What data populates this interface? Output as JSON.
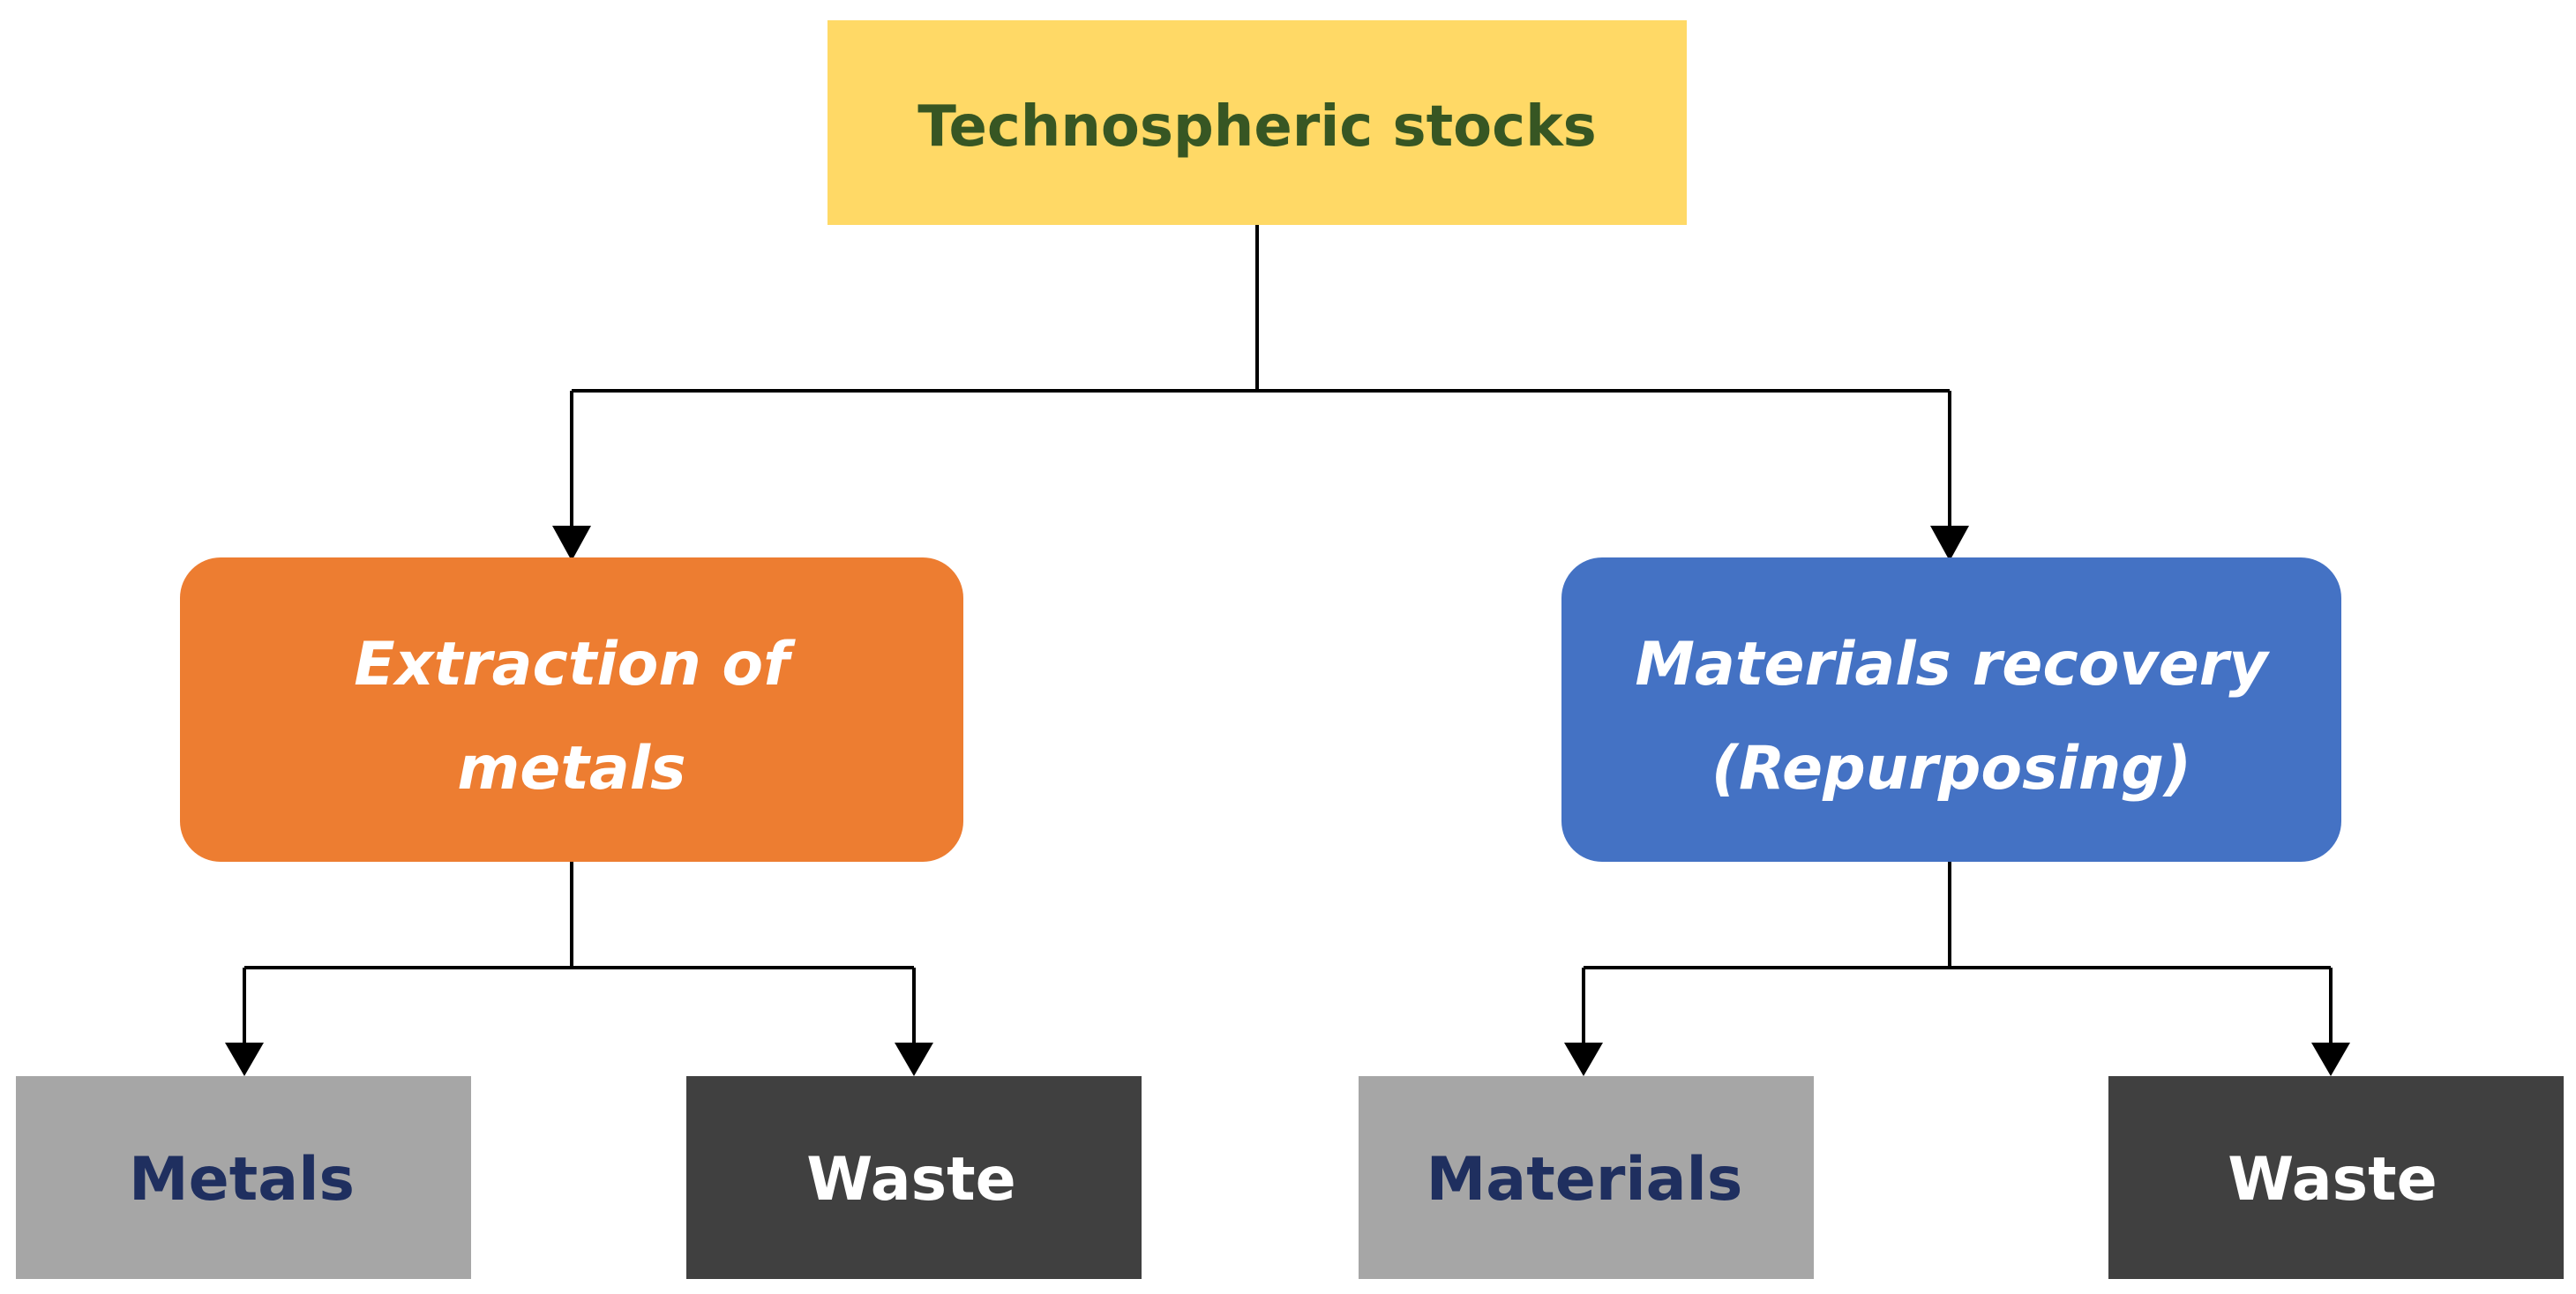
{
  "nodes": {
    "root": {
      "label": "Technospheric stocks",
      "fill": "#FFD966",
      "text_color": "#375623"
    },
    "extraction": {
      "label_lines": [
        "Extraction of",
        "metals"
      ],
      "fill": "#ED7D31",
      "text_color": "#FFFFFF"
    },
    "recovery": {
      "label_lines": [
        "Materials recovery",
        "(Repurposing)"
      ],
      "fill": "#4472C4",
      "text_color": "#FFFFFF"
    },
    "metals": {
      "label": "Metals",
      "fill": "#A6A6A6",
      "text_color": "#1F2F5F"
    },
    "waste_left": {
      "label": "Waste",
      "fill": "#404040",
      "text_color": "#FFFFFF"
    },
    "materials": {
      "label": "Materials",
      "fill": "#A6A6A6",
      "text_color": "#1F2F5F"
    },
    "waste_right": {
      "label": "Waste",
      "fill": "#404040",
      "text_color": "#FFFFFF"
    }
  },
  "edges": [
    {
      "from": "Technospheric stocks",
      "to": "Extraction of metals"
    },
    {
      "from": "Technospheric stocks",
      "to": "Materials recovery (Repurposing)"
    },
    {
      "from": "Extraction of metals",
      "to": "Metals"
    },
    {
      "from": "Extraction of metals",
      "to": "Waste"
    },
    {
      "from": "Materials recovery (Repurposing)",
      "to": "Materials"
    },
    {
      "from": "Materials recovery (Repurposing)",
      "to": "Waste"
    }
  ]
}
